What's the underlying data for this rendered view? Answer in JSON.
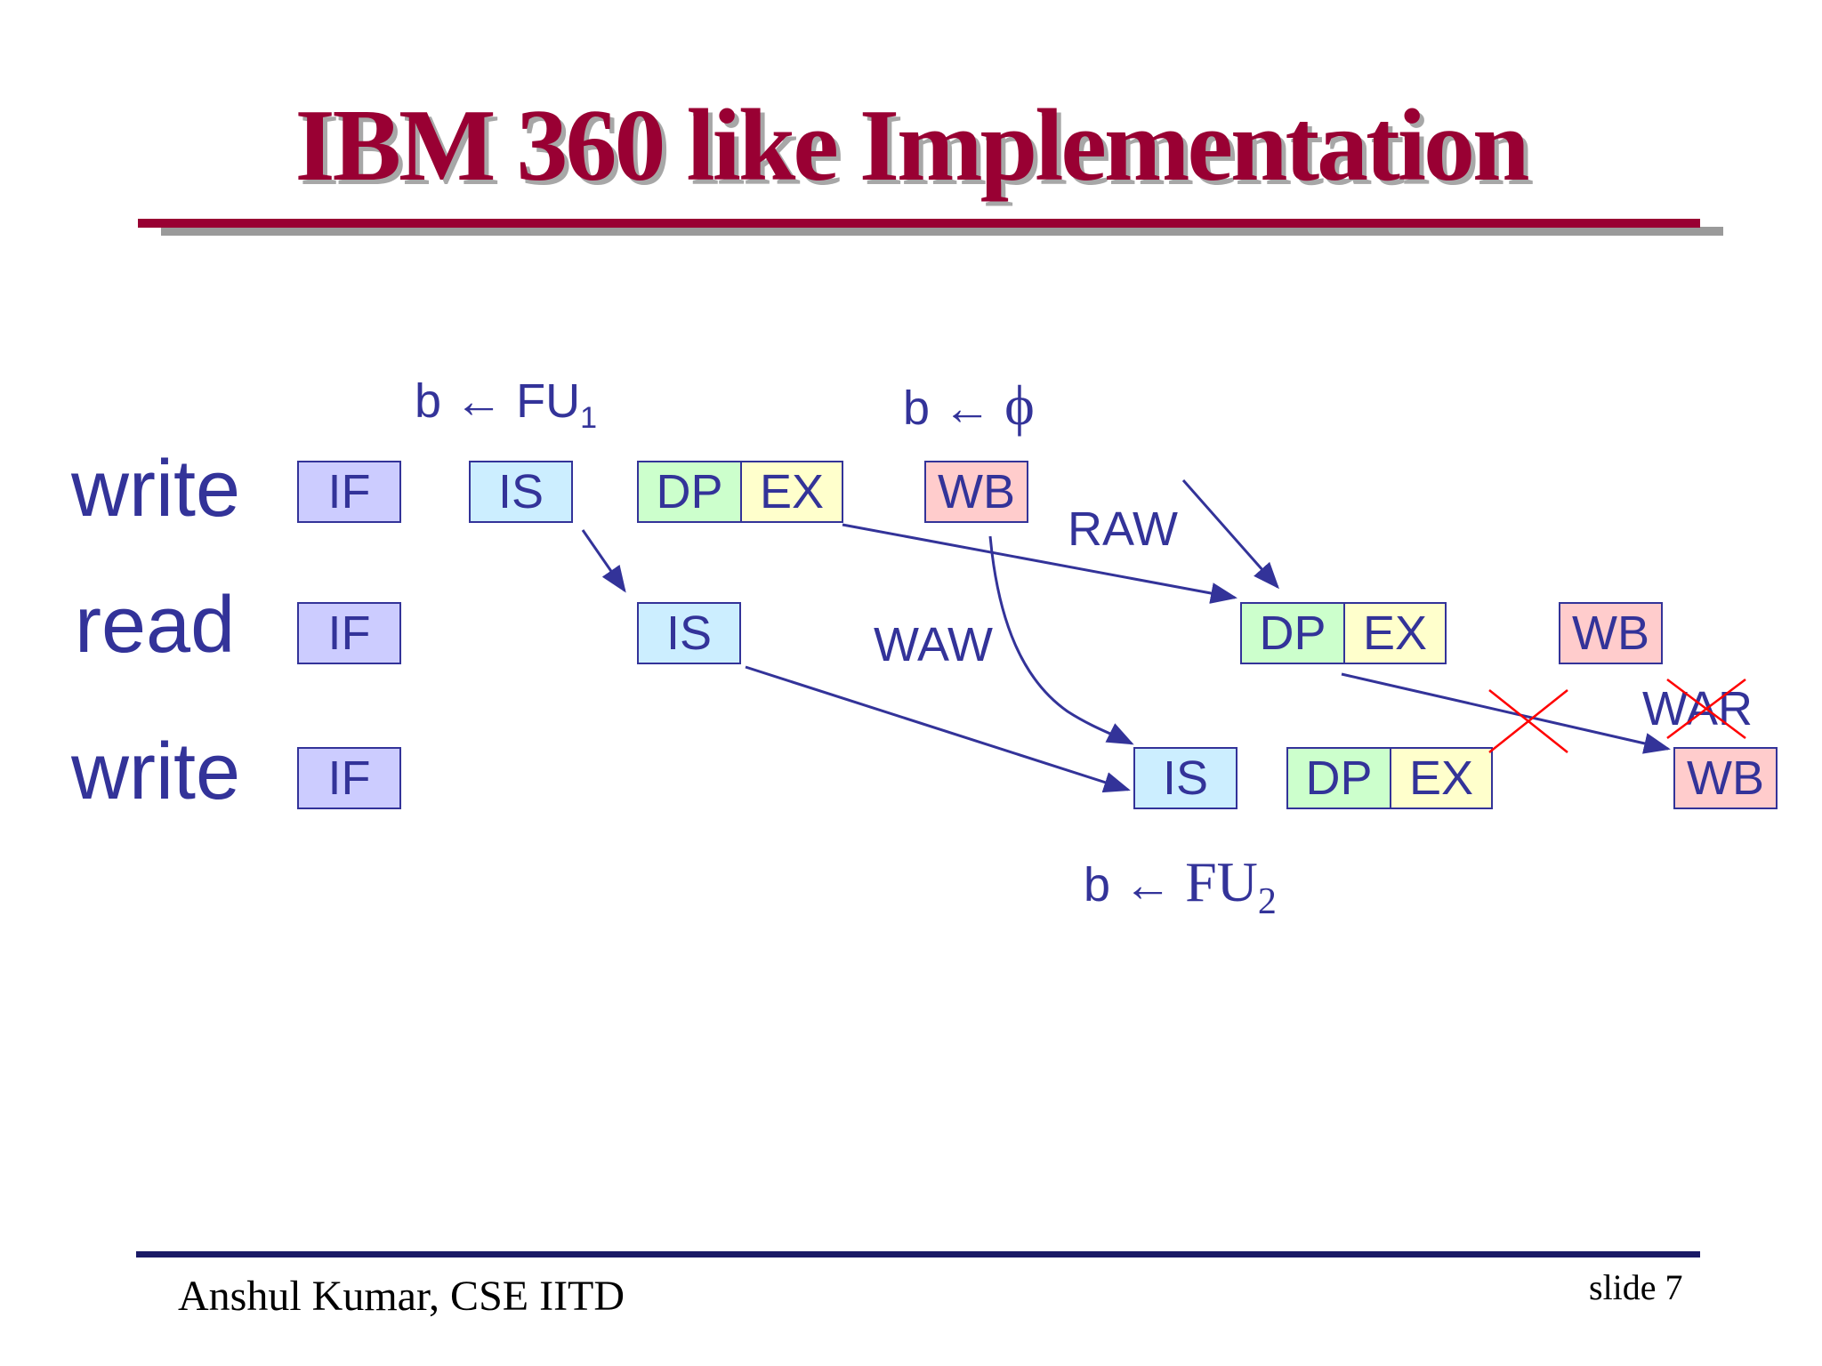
{
  "title": "IBM 360 like Implementation",
  "rows": [
    {
      "label": "write"
    },
    {
      "label": "read"
    },
    {
      "label": "write"
    }
  ],
  "stages": {
    "if": "IF",
    "is": "IS",
    "dp": "DP",
    "ex": "EX",
    "wb": "WB"
  },
  "annotations": {
    "b_fu1": {
      "var": "b",
      "arrow": "←",
      "target": "FU",
      "sub": "1"
    },
    "b_phi": {
      "var": "b",
      "arrow": "←",
      "target": "ϕ"
    },
    "b_fu2": {
      "var": "b",
      "arrow": "←",
      "target": "FU",
      "sub": "2"
    }
  },
  "hazards": {
    "raw": "RAW",
    "waw": "WAW",
    "war": "WAR"
  },
  "colors": {
    "title": "#990033",
    "text": "#333399",
    "if": "#ccccff",
    "is": "#cceeff",
    "dp": "#ccffcc",
    "ex": "#ffffcc",
    "wb": "#ffcccc",
    "cross": "#ff0000"
  },
  "footer": {
    "author": "Anshul Kumar, CSE IITD",
    "slide": "slide 7"
  }
}
